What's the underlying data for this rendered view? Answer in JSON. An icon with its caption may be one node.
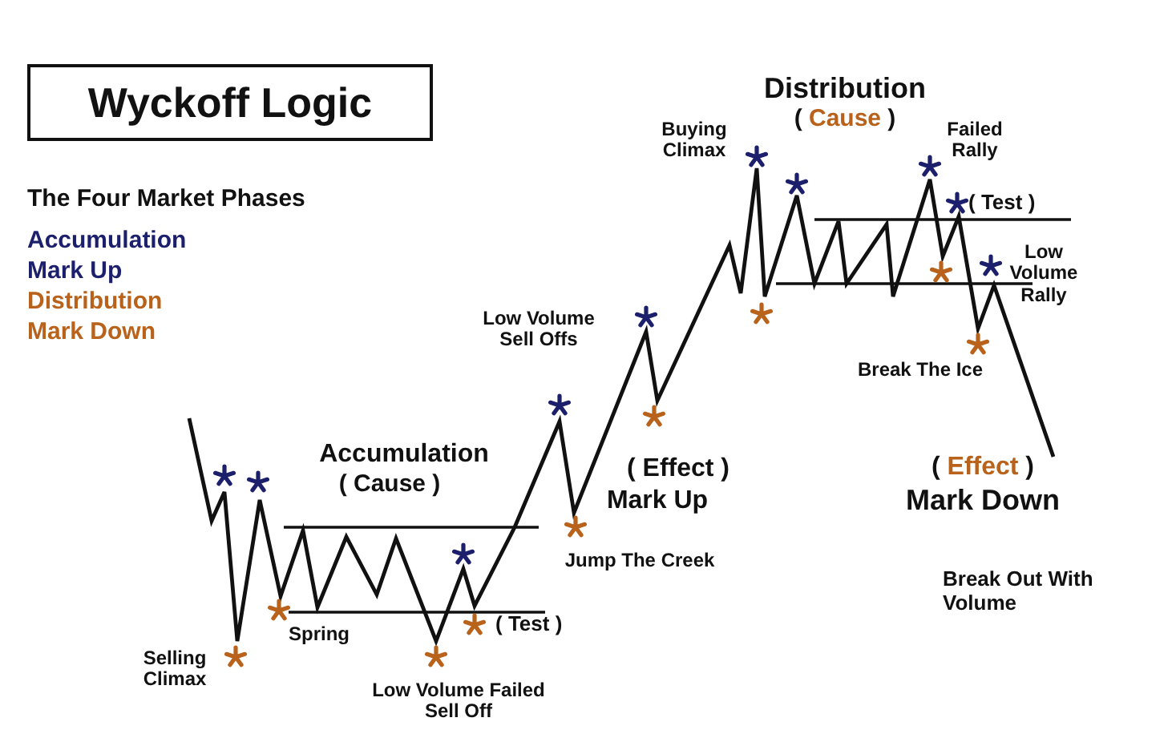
{
  "diagram": {
    "nodes": [
      {
        "text": [
          "Wyckoff Logic"
        ]
      }
    ],
    "edges": [],
    "labels": [
      "Distribution",
      "( Cause )",
      "Buying Climax",
      "Failed Rally",
      "The Four Market Phases",
      "( Test )",
      "Accumulation",
      "Mark Up",
      "Low Volume Rally",
      "Distribution",
      "Mark Down",
      "Low Volume Sell Offs",
      "Break The Ice",
      "Accumulation",
      "( Cause )",
      "( Effect )",
      "( Effect )",
      "Mark Up",
      "Mark Down",
      "Jump The Creek",
      "Break Out With Volume",
      "Spring",
      "( Test )",
      "Selling Climax",
      "Low Volume Failed Sell Off"
    ]
  }
}
